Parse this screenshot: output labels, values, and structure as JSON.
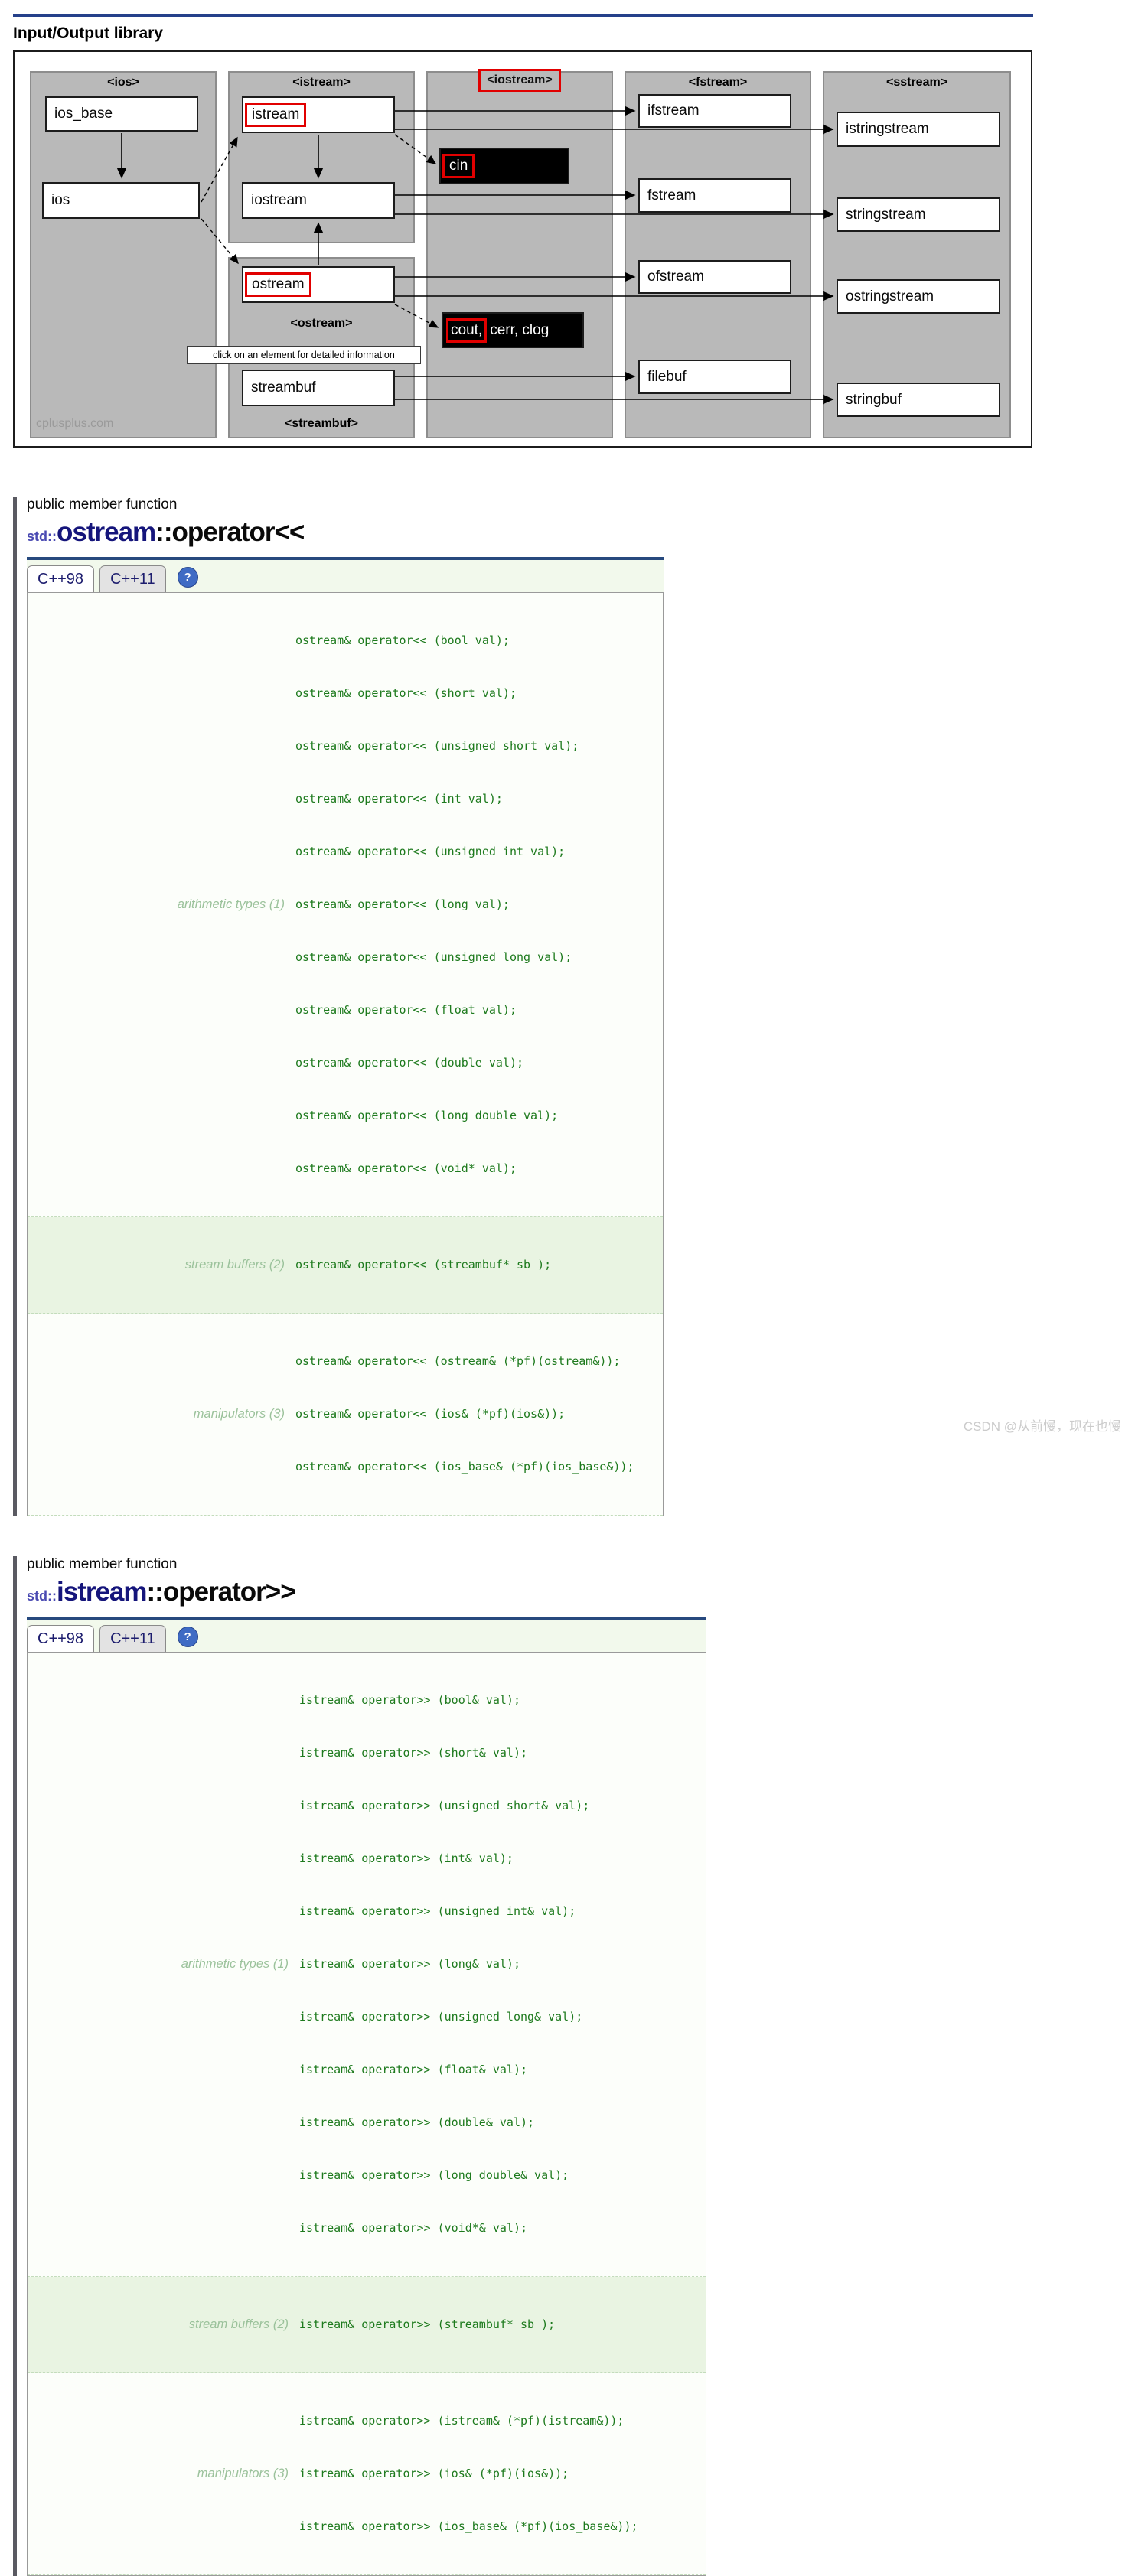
{
  "page": {
    "heading": "Input/Output library",
    "watermark": "CSDN @从前慢，现在也慢"
  },
  "colors": {
    "accent_blue": "#25408a",
    "title_navy": "#15157b",
    "code_green": "#1d7a1d",
    "highlight_red": "#e10000",
    "column_gray": "#b9b9b9"
  },
  "diagram": {
    "col_titles": {
      "ios": "<ios>",
      "istream": "<istream>",
      "iostream": "<iostream>",
      "fstream": "<fstream>",
      "sstream": "<sstream>"
    },
    "sub_titles": {
      "ostream": "<ostream>",
      "streambuf": "<streambuf>"
    },
    "boxes": {
      "ios_base": "ios_base",
      "ios": "ios",
      "istream": "istream",
      "iostream": "iostream",
      "ostream": "ostream",
      "streambuf": "streambuf",
      "cin": "cin",
      "cout_highlight": "cout,",
      "cout_rest": "cerr, clog",
      "ifstream": "ifstream",
      "fstream": "fstream",
      "ofstream": "ofstream",
      "filebuf": "filebuf",
      "istringstream": "istringstream",
      "stringstream": "stringstream",
      "ostringstream": "ostringstream",
      "stringbuf": "stringbuf"
    },
    "tooltip": "click on an element for detailed information",
    "site_credit": "cplusplus.com"
  },
  "sections": [
    {
      "kicker": "public member function",
      "ns": "std::",
      "cls": "ostream",
      "member": "::operator<<",
      "tabs": [
        "C++98",
        "C++11"
      ],
      "help_icon": "?",
      "rows": [
        {
          "label": "arithmetic types (1)",
          "lines": [
            "ostream& operator<< (bool val);",
            "ostream& operator<< (short val);",
            "ostream& operator<< (unsigned short val);",
            "ostream& operator<< (int val);",
            "ostream& operator<< (unsigned int val);",
            "ostream& operator<< (long val);",
            "ostream& operator<< (unsigned long val);",
            "ostream& operator<< (float val);",
            "ostream& operator<< (double val);",
            "ostream& operator<< (long double val);",
            "ostream& operator<< (void* val);"
          ]
        },
        {
          "label": "stream buffers (2)",
          "lines": [
            "ostream& operator<< (streambuf* sb );"
          ]
        },
        {
          "label": "manipulators (3)",
          "lines": [
            "ostream& operator<< (ostream& (*pf)(ostream&));",
            "ostream& operator<< (ios& (*pf)(ios&));",
            "ostream& operator<< (ios_base& (*pf)(ios_base&));"
          ]
        }
      ]
    },
    {
      "kicker": "public member function",
      "ns": "std::",
      "cls": "istream",
      "member": "::operator>>",
      "tabs": [
        "C++98",
        "C++11"
      ],
      "help_icon": "?",
      "rows": [
        {
          "label": "arithmetic types (1)",
          "lines": [
            "istream& operator>> (bool& val);",
            "istream& operator>> (short& val);",
            "istream& operator>> (unsigned short& val);",
            "istream& operator>> (int& val);",
            "istream& operator>> (unsigned int& val);",
            "istream& operator>> (long& val);",
            "istream& operator>> (unsigned long& val);",
            "istream& operator>> (float& val);",
            "istream& operator>> (double& val);",
            "istream& operator>> (long double& val);",
            "istream& operator>> (void*& val);"
          ]
        },
        {
          "label": "stream buffers (2)",
          "lines": [
            "istream& operator>> (streambuf* sb );"
          ]
        },
        {
          "label": "manipulators (3)",
          "lines": [
            "istream& operator>> (istream& (*pf)(istream&));",
            "istream& operator>> (ios& (*pf)(ios&));",
            "istream& operator>> (ios_base& (*pf)(ios_base&));"
          ]
        }
      ]
    }
  ]
}
